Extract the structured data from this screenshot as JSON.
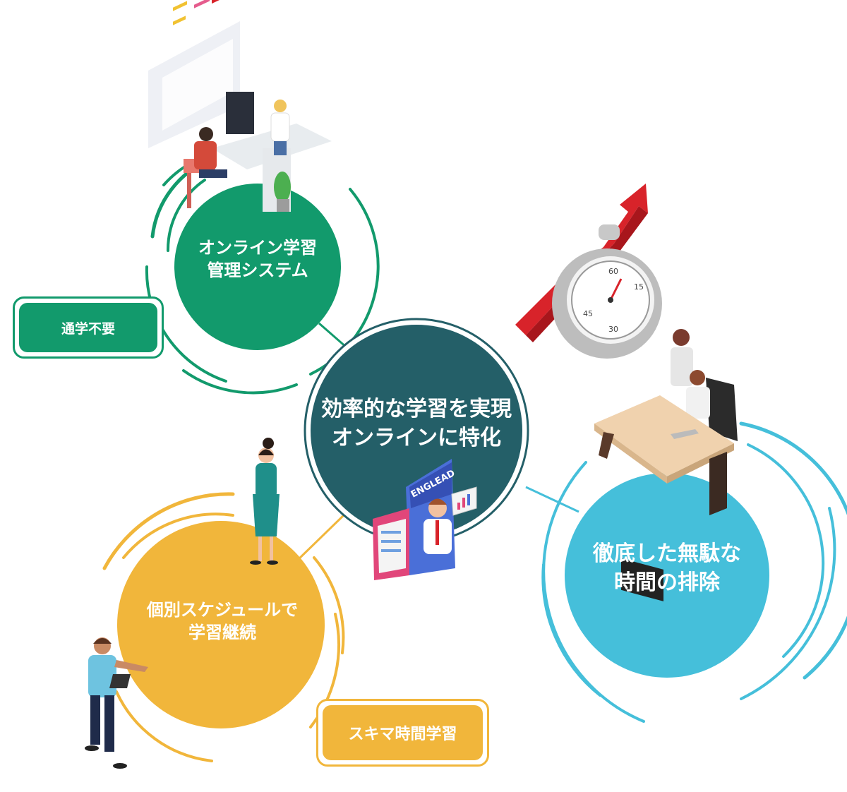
{
  "colors": {
    "green": "#129a6c",
    "teal": "#245f68",
    "yellow": "#f1b63b",
    "blue": "#45bfda",
    "red": "#d8232a"
  },
  "center": {
    "line1": "効率的な学習を実現",
    "line2": "オンラインに特化"
  },
  "green_circle": {
    "line1": "オンライン学習",
    "line2": "管理システム"
  },
  "yellow_circle": {
    "line1": "個別スケジュールで",
    "line2": "学習継続"
  },
  "blue_circle": {
    "line1": "徹底した無駄な",
    "line2": "時間の排除"
  },
  "badges": {
    "commute": "通学不要",
    "spare_time": "スキマ時間学習"
  },
  "phone_brand": "ENGLEAD",
  "stopwatch_numbers": [
    "60",
    "15",
    "45",
    "30"
  ],
  "icons": [
    "team-at-desk-illustration",
    "stopwatch-with-arrow-icon",
    "office-workers-illustration",
    "woman-with-phone-illustration",
    "man-with-tablet-illustration",
    "smartphone-teacher-illustration"
  ]
}
